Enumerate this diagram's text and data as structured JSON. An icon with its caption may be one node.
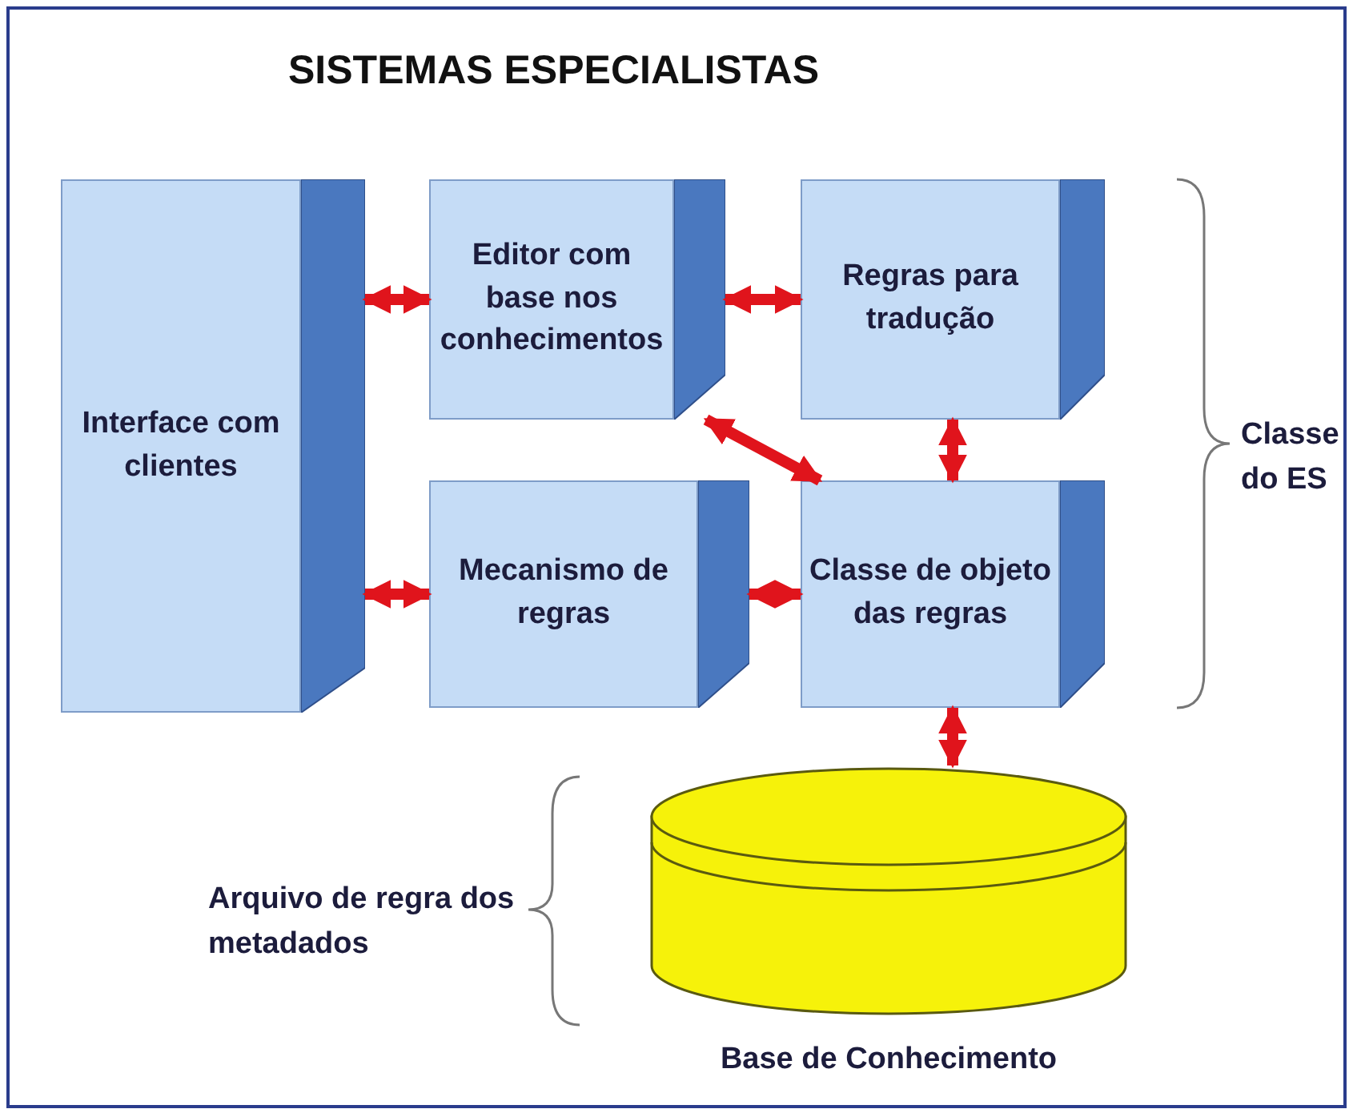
{
  "diagram": {
    "title": "SISTEMAS ESPECIALISTAS",
    "nodes": [
      {
        "text": [
          "Interface com clientes"
        ]
      },
      {
        "text": [
          "Editor com base nos conhecimentos"
        ]
      },
      {
        "text": [
          "Regras para tradução"
        ]
      },
      {
        "text": [
          "Mecanismo de regras"
        ]
      },
      {
        "text": [
          "Classe de objeto das regras"
        ]
      },
      {
        "text": [
          "Base de Conhecimento"
        ]
      }
    ],
    "edges": [
      {
        "from": 0,
        "to": 1,
        "arrow": "both"
      },
      {
        "from": 1,
        "to": 2,
        "arrow": "both"
      },
      {
        "from": 1,
        "to": 4,
        "arrow": "both"
      },
      {
        "from": 2,
        "to": 4,
        "arrow": "both"
      },
      {
        "from": 0,
        "to": 3,
        "arrow": "both"
      },
      {
        "from": 3,
        "to": 4,
        "arrow": "both"
      },
      {
        "from": 4,
        "to": 5,
        "arrow": "both"
      }
    ],
    "labels": [
      "Classe do ES",
      "Arquivo de regra dos metadados"
    ]
  }
}
